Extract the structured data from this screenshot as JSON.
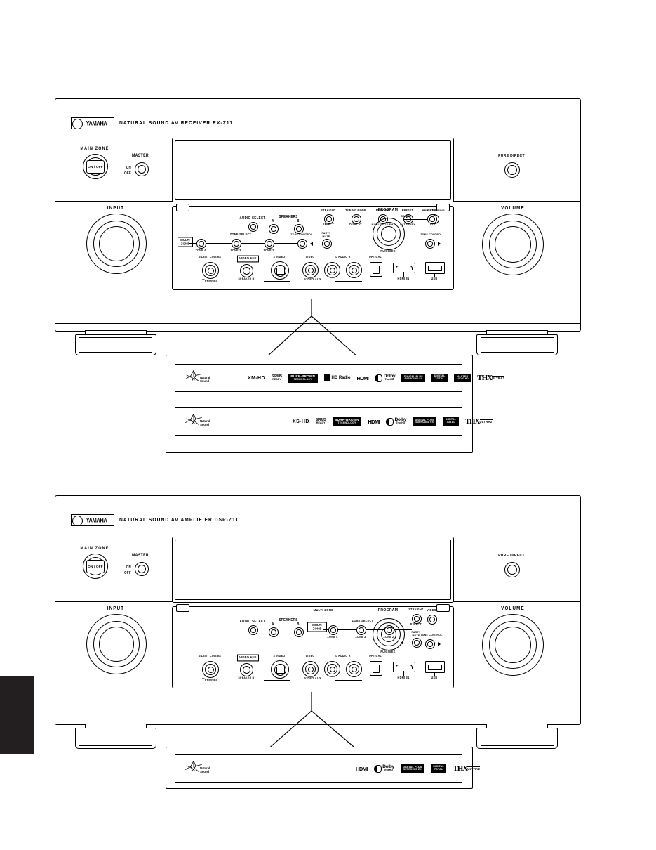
{
  "page": {
    "edge_tab": "black-index-tab"
  },
  "units": [
    {
      "id": "rx-z11",
      "brand": "YAMAHA",
      "model_line": "NATURAL SOUND AV RECEIVER   RX-Z11",
      "power": {
        "main_zone_label": "MAIN ZONE",
        "power_button": "ON / OFF",
        "master_label": "MASTER",
        "master_on": "ON",
        "master_off": "OFF"
      },
      "pure_direct_label": "PURE DIRECT",
      "input_label": "INPUT",
      "volume_label": "VOLUME",
      "controls": {
        "audio_select": "AUDIO SELECT",
        "speakers": "SPEAKERS",
        "speaker_a": "A",
        "speaker_b": "B",
        "row1": [
          {
            "top": "STRAIGHT",
            "bottom": "EFFECT"
          },
          {
            "top": "TUNING MODE",
            "bottom": "DISPLAY"
          },
          {
            "top": "MEMORY",
            "bottom": "MAN'L/AUTO FM"
          },
          {
            "top": "PRESET",
            "bottom": "CATEGORY"
          },
          {
            "top": "PRESET/TUNING",
            "bottom": "EDIT"
          }
        ],
        "multi_zone_label": "MULTI ZONE",
        "zone_group_label": "ZONE SELECT",
        "zones": [
          "ZONE 4",
          "ZONE 3",
          "ZONE 2"
        ],
        "tone_control": "TONE CONTROL",
        "silent_cinema": "SILENT CINEMA",
        "phones": "PHONES",
        "video_aux_label": "VIDEO AUX",
        "speaker_b_btn_top": "VIDEO AUX",
        "speaker_b_btn_bottom": "SPEAKER B",
        "jacks": [
          "S VIDEO",
          "VIDEO",
          "L  AUDIO  R"
        ],
        "optical": "OPTICAL",
        "hdmi_in": "HDMI IN",
        "usb": "USB",
        "program_label": "PROGRAM",
        "program_select": "SELECT",
        "program_sub": "RUN SEEK",
        "video_btn": "VIDEO",
        "tone_control_btn": "TONE CONTROL",
        "party_top": "PARTY",
        "party_bottom": "MUTE"
      },
      "logo_strips": [
        {
          "natural_sound_top": "Natural",
          "natural_sound_bottom": "Sound",
          "logos": [
            {
              "kind": "plain",
              "text": "XM-HD"
            },
            {
              "kind": "stack",
              "text": "SIRIUS",
              "sub": "READY"
            },
            {
              "kind": "box",
              "text": "BURR-BROWN",
              "sub": "TECHNOLOGY"
            },
            {
              "kind": "hdradio",
              "text": "HD Radio"
            },
            {
              "kind": "hdmi",
              "text": "HDMI"
            },
            {
              "kind": "dolby",
              "text": "Dolby",
              "sub": "TrueHD",
              "mark": "DIGITAL PLUS"
            },
            {
              "kind": "box",
              "text": "DIGITAL PLUS",
              "sub": "SURROUND EX"
            },
            {
              "kind": "box",
              "text": "DIGITAL",
              "sub": "TOTAL"
            },
            {
              "kind": "box",
              "text": "MASTER",
              "sub": "AUDIO  HD"
            },
            {
              "kind": "thx",
              "text": "THX",
              "sub": "ULTRA2"
            }
          ]
        },
        {
          "natural_sound_top": "Natural",
          "natural_sound_bottom": "Sound",
          "logos": [
            {
              "kind": "plain",
              "text": "XS-HD"
            },
            {
              "kind": "stack",
              "text": "SIRIUS",
              "sub": "READY"
            },
            {
              "kind": "box",
              "text": "BURR-BROWN",
              "sub": "TECHNOLOGY"
            },
            {
              "kind": "hdmi",
              "text": "HDMI"
            },
            {
              "kind": "dolby",
              "text": "Dolby",
              "sub": "TrueHD"
            },
            {
              "kind": "box",
              "text": "DIGITAL PLUS",
              "sub": "SURROUND EX"
            },
            {
              "kind": "box",
              "text": "DIGITAL",
              "sub": "TOTAL"
            },
            {
              "kind": "thx",
              "text": "THX",
              "sub": "ULTRA2"
            }
          ]
        }
      ]
    },
    {
      "id": "dsp-z11",
      "brand": "YAMAHA",
      "model_line": "NATURAL SOUND AV AMPLIFIER   DSP-Z11",
      "power": {
        "main_zone_label": "MAIN ZONE",
        "power_button": "ON / OFF",
        "master_label": "MASTER",
        "master_on": "ON",
        "master_off": "OFF"
      },
      "pure_direct_label": "PURE DIRECT",
      "input_label": "INPUT",
      "volume_label": "VOLUME",
      "controls": {
        "audio_select": "AUDIO SELECT",
        "speakers": "SPEAKERS",
        "speaker_a": "A",
        "speaker_b": "B",
        "multi_zone_header": "MULTI ZONE",
        "multi_zone_label": "MULTI ZONE",
        "zone_group_label": "ZONE SELECT",
        "zones": [
          "ZONE 4",
          "ZONE 3",
          "ZONE 2"
        ],
        "straight_top": "STRAIGHT",
        "straight_bottom": "EFFECT",
        "party_top": "PARTY",
        "party_bottom": "MUTE",
        "tone_control": "TONE CONTROL",
        "silent_cinema": "SILENT CINEMA",
        "phones": "PHONES",
        "video_aux_label": "VIDEO AUX",
        "speaker_b_btn_top": "VIDEO AUX",
        "speaker_b_btn_bottom": "SPEAKER B",
        "jacks": [
          "S VIDEO",
          "VIDEO",
          "L  AUDIO  R"
        ],
        "optical": "OPTICAL",
        "hdmi_in": "HDMI IN",
        "usb": "USB",
        "program_label": "PROGRAM",
        "program_sub": "RUN SEEK",
        "video_btn": "VIDEO",
        "tone_control_btn": "TONE CONTROL"
      },
      "logo_strips": [
        {
          "natural_sound_top": "Natural",
          "natural_sound_bottom": "Sound",
          "logos": [
            {
              "kind": "hdmi",
              "text": "HDMI"
            },
            {
              "kind": "dolby",
              "text": "Dolby",
              "sub": "TrueHD"
            },
            {
              "kind": "box",
              "text": "DIGITAL PLUS",
              "sub": "SURROUND EX"
            },
            {
              "kind": "box",
              "text": "DIGITAL",
              "sub": "TOTAL"
            },
            {
              "kind": "thx",
              "text": "THX",
              "sub": "ULTRA2"
            }
          ]
        }
      ]
    }
  ]
}
